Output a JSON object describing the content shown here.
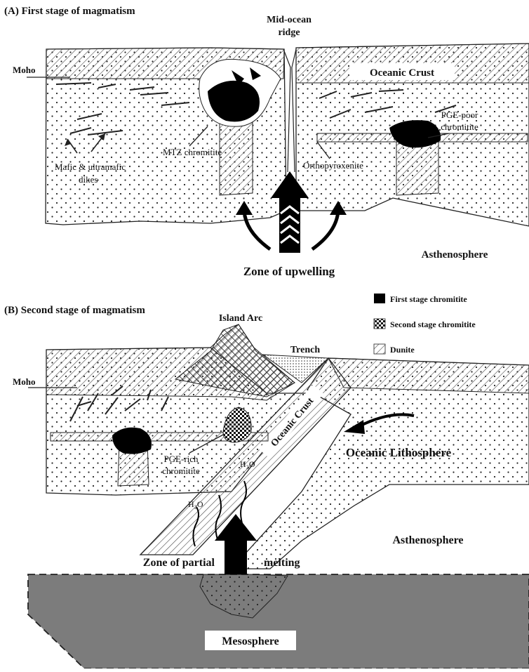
{
  "panel_a": {
    "title": "(A) First stage of magmatism",
    "moho": "Moho",
    "ridge_line1": "Mid-ocean",
    "ridge_line2": "ridge",
    "oceanic_crust": "Oceanic Crust",
    "mtz": "MTZ chromitite",
    "dikes_line1": "Mafic & ultramafic",
    "dikes_line2": "dikes",
    "pge_poor_line1": "PGE-poor",
    "pge_poor_line2": "chromitite",
    "orthopyroxenite": "Orthopyroxenite",
    "asthenosphere": "Asthenosphere",
    "upwelling": "Zone of upwelling"
  },
  "panel_b": {
    "title": "(B) Second stage of magmatism",
    "island_arc": "Island Arc",
    "trench": "Trench",
    "moho": "Moho",
    "oceanic_crust": "Oceanic Crust",
    "oceanic_lithosphere": "Oceanic Lithosphere",
    "pge_rich_line1": "PGE-rich",
    "pge_rich_line2": "chromitite",
    "h2o": "H₂O",
    "asthenosphere": "Asthenosphere",
    "partial_left": "Zone of partial",
    "partial_right": "melting",
    "mesosphere": "Mesosphere"
  },
  "legend": {
    "items": [
      {
        "label": "First stage chromitite",
        "pattern": "solid-black"
      },
      {
        "label": "Second stage chromitite",
        "pattern": "checker"
      },
      {
        "label": "Dunite",
        "pattern": "diagonal-hatch"
      }
    ]
  },
  "colors": {
    "mesosphere": "#7c7c7c",
    "chromitite": "#000000",
    "crust_hatch": "#555555"
  }
}
